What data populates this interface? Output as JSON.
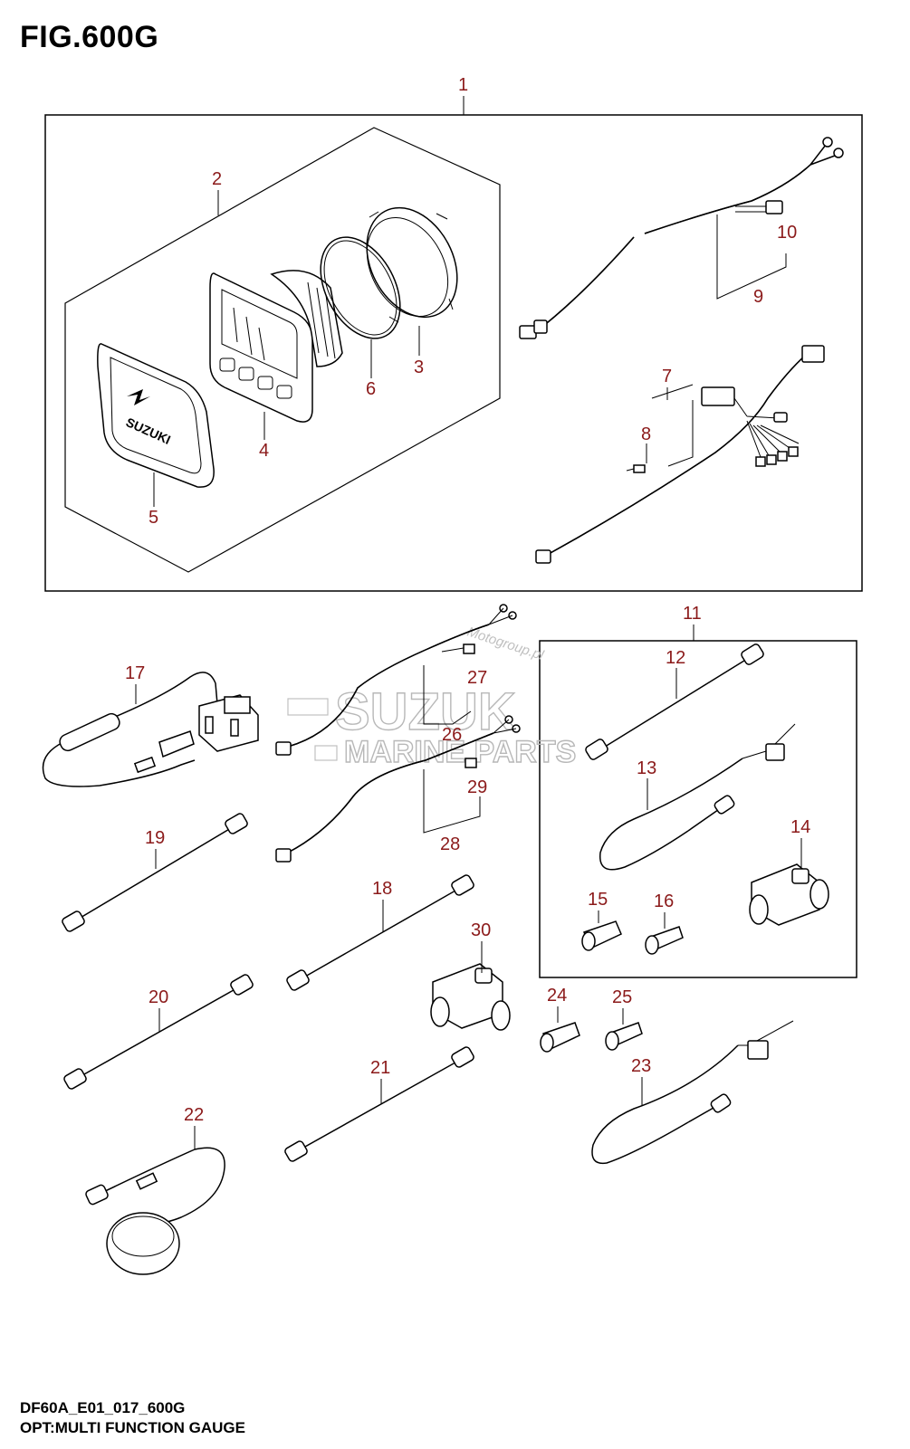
{
  "figure": {
    "title": "FIG.600G",
    "code": "DF60A_E01_017_600G",
    "caption": "OPT:MULTI FUNCTION GAUGE"
  },
  "watermark": {
    "site": "Motogroup.pl",
    "line1": "SUZUK",
    "line2": "MARINE PARTS"
  },
  "callouts": [
    "1",
    "2",
    "3",
    "4",
    "5",
    "6",
    "7",
    "8",
    "9",
    "10",
    "11",
    "12",
    "13",
    "14",
    "15",
    "16",
    "17",
    "18",
    "19",
    "20",
    "21",
    "22",
    "23",
    "24",
    "25",
    "26",
    "27",
    "28",
    "29",
    "30"
  ],
  "gauge_brand": "SUZUKI",
  "colors": {
    "label": "#8b1a1a",
    "line": "#000000",
    "watermark": "#b8b8b8"
  }
}
